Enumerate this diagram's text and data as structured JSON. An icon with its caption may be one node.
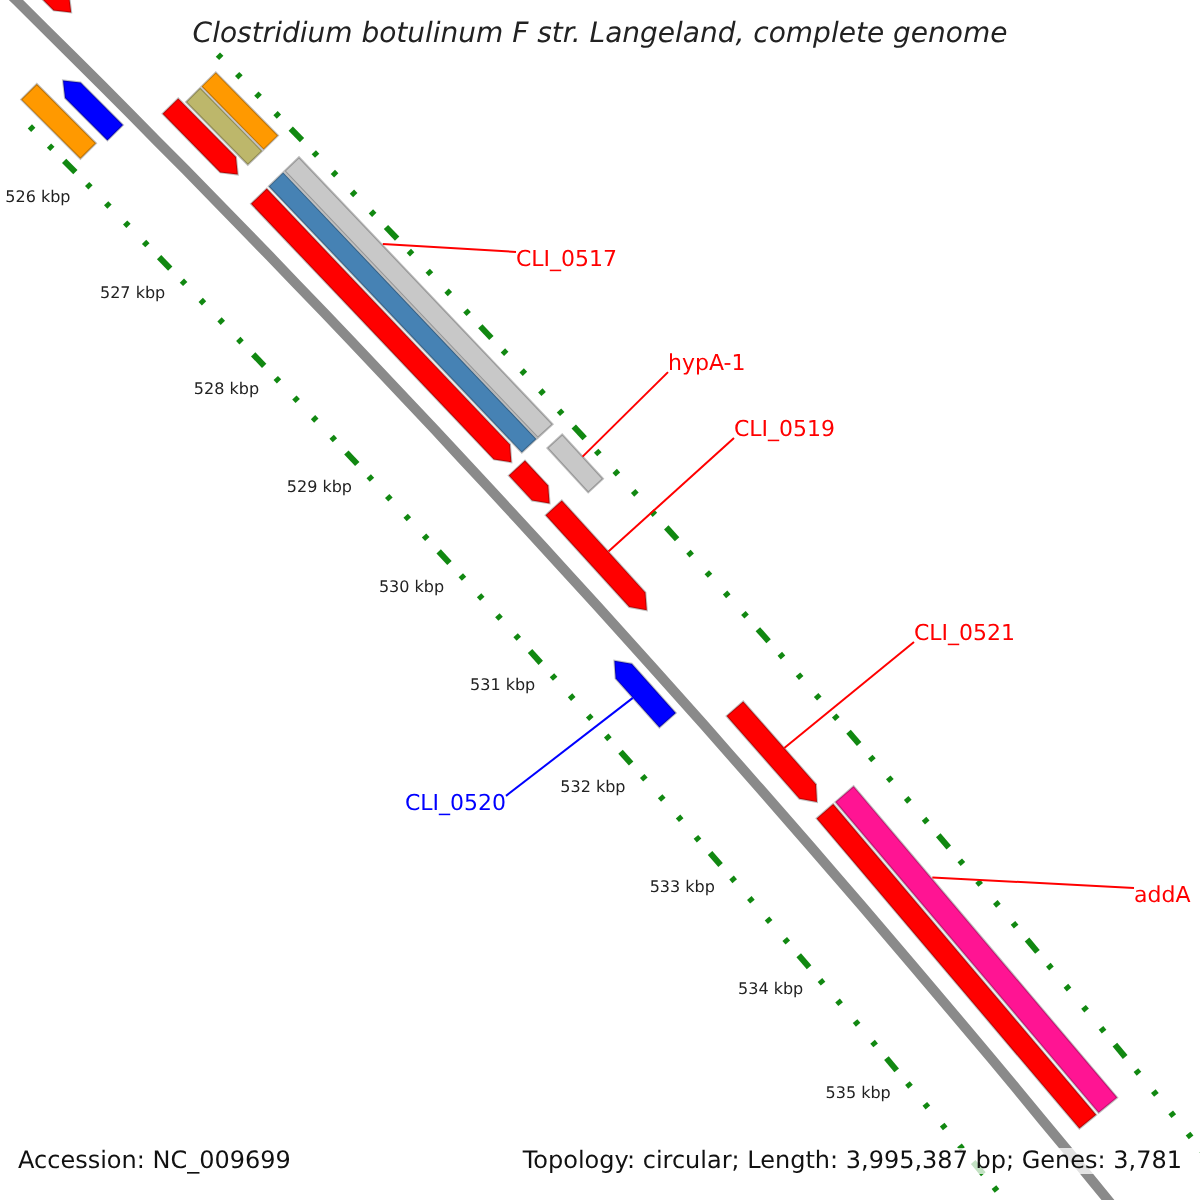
{
  "diagram": {
    "title": "Clostridium botulinum F str. Langeland, complete genome",
    "nodes": [
      {
        "text": [
          "CLI_0517"
        ]
      },
      {
        "text": [
          "hypA-1"
        ]
      },
      {
        "text": [
          "CLI_0519"
        ]
      },
      {
        "text": [
          "CLI_0521"
        ]
      },
      {
        "text": [
          "CLI_0520"
        ]
      },
      {
        "text": [
          "addA"
        ]
      },
      {
        "text": [],
        "shape": "bar"
      },
      {
        "text": [],
        "shape": "bar"
      },
      {
        "text": [],
        "shape": "bar"
      },
      {
        "text": [],
        "shape": "bar"
      },
      {
        "text": [],
        "shape": "bar"
      },
      {
        "text": [],
        "shape": "bar"
      },
      {
        "text": [],
        "shape": "bar"
      },
      {
        "text": [],
        "shape": "bar"
      },
      {
        "text": [],
        "shape": "bar"
      },
      {
        "text": [],
        "shape": "bar"
      },
      {
        "text": [],
        "shape": "bar"
      },
      {
        "text": [],
        "shape": "bar"
      },
      {
        "text": [],
        "shape": "bar"
      },
      {
        "text": [],
        "shape": "bar"
      },
      {
        "text": [],
        "shape": "bar"
      },
      {
        "text": [],
        "shape": "bar"
      }
    ],
    "edges": [
      {
        "from": 0,
        "to": 14,
        "arrow": "none"
      },
      {
        "from": 1,
        "to": 16,
        "arrow": "none"
      },
      {
        "from": 2,
        "to": 17,
        "arrow": "none"
      },
      {
        "from": 3,
        "to": 19,
        "arrow": "none"
      },
      {
        "from": 4,
        "to": 18,
        "arrow": "none",
        "color": "#0000ff"
      },
      {
        "from": 5,
        "to": 21,
        "arrow": "none"
      }
    ],
    "labels": [
      "526 kbp",
      "527 kbp",
      "528 kbp",
      "529 kbp",
      "530 kbp",
      "531 kbp",
      "532 kbp",
      "533 kbp",
      "534 kbp",
      "535 kbp",
      "Accession: NC_009699",
      "Topology: circular; Length: 3,995,387 bp; Genes: 3,781"
    ]
  }
}
